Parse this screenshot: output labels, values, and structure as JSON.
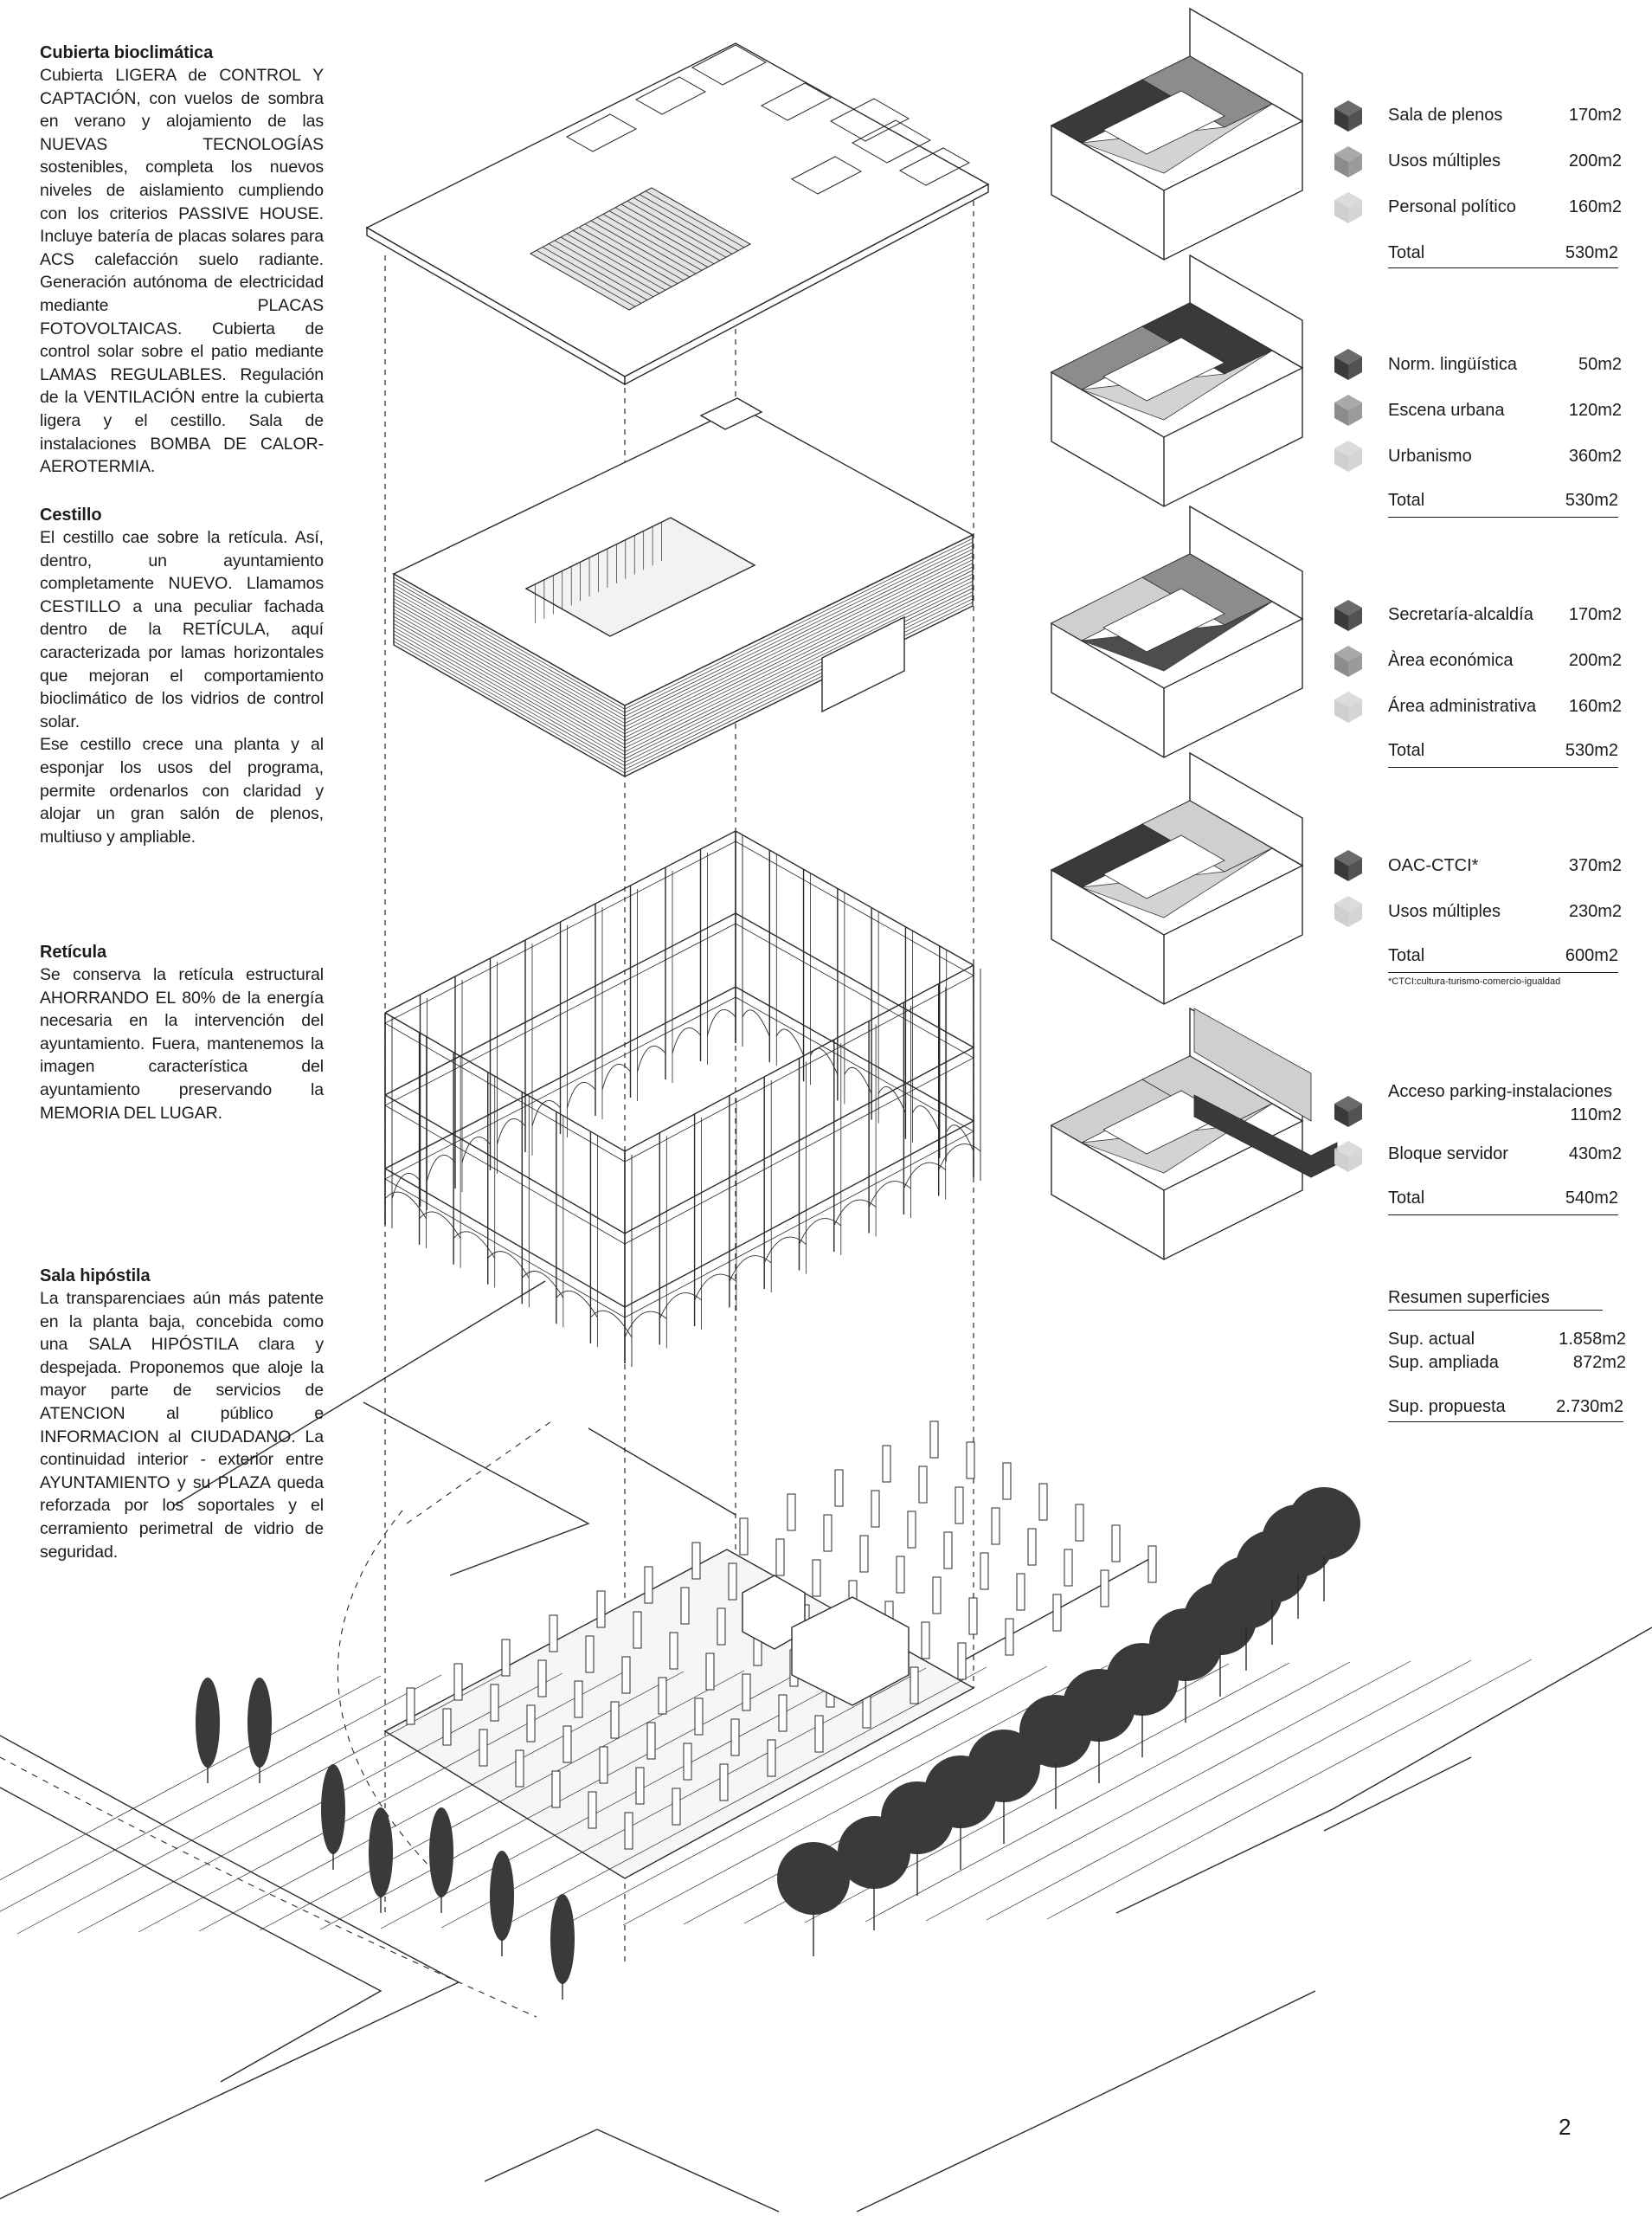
{
  "texts": {
    "cubierta": {
      "title": "Cubierta bioclimática",
      "body": "Cubierta LIGERA de CONTROL Y CAPTACIÓN, con vuelos de sombra en verano y alojamiento de las NUEVAS TECNOLOGÍAS sostenibles, completa los nuevos niveles de aislamiento cumpliendo con los criterios PASSIVE HOUSE. Incluye batería de placas solares para ACS calefacción suelo radiante. Generación autónoma de electricidad mediante PLACAS FOTOVOLTAICAS. Cubierta de control solar sobre el patio mediante LAMAS REGULABLES. Regulación de la VENTILACIÓN entre la cubierta ligera y el cestillo. Sala de instalaciones BOMBA DE CALOR-AEROTERMIA."
    },
    "cestillo": {
      "title": "Cestillo",
      "body1": "El cestillo cae sobre la retícula. Así, dentro, un ayuntamiento completamente NUEVO. Llamamos CESTILLO a una peculiar fachada dentro de la RETÍCULA, aquí caracterizada por lamas horizontales que mejoran el comportamiento bioclimático de los vidrios de control solar.",
      "body2": "Ese cestillo crece una planta y al esponjar los usos del programa, permite ordenarlos con claridad y alojar un gran salón de plenos, multiuso y ampliable."
    },
    "reticula": {
      "title": "Retícula",
      "body": "Se conserva la retícula estructural AHORRANDO EL 80% de la energía necesaria en la intervención del ayuntamiento. Fuera, mantenemos la imagen característica del ayuntamiento preservando la MEMORIA DEL LUGAR."
    },
    "sala": {
      "title": "Sala hipóstila",
      "body": "La transparenciaes aún más patente en la planta baja, concebida como una SALA HIPÓSTILA clara y despejada. Proponemos que aloje la mayor parte de servicios de ATENCION al público e INFORMACION al CIUDADANO. La continuidad interior - exterior entre AYUNTAMIENTO y su PLAZA queda reforzada por los soportales y el cerramiento perimetral de vidrio de seguridad."
    }
  },
  "legends": [
    {
      "items": [
        {
          "name": "Sala de plenos",
          "area": "170m2",
          "shade": "dark"
        },
        {
          "name": "Usos múltiples",
          "area": "200m2",
          "shade": "mid"
        },
        {
          "name": "Personal político",
          "area": "160m2",
          "shade": "light"
        }
      ],
      "total_label": "Total",
      "total": "530m2"
    },
    {
      "items": [
        {
          "name": "Norm. lingüística",
          "area": "50m2",
          "shade": "dark"
        },
        {
          "name": "Escena urbana",
          "area": "120m2",
          "shade": "mid"
        },
        {
          "name": "Urbanismo",
          "area": "360m2",
          "shade": "light"
        }
      ],
      "total_label": "Total",
      "total": "530m2"
    },
    {
      "items": [
        {
          "name": "Secretaría-alcaldía",
          "area": "170m2",
          "shade": "dark"
        },
        {
          "name": "Àrea económica",
          "area": "200m2",
          "shade": "mid"
        },
        {
          "name": "Área administrativa",
          "area": "160m2",
          "shade": "light"
        }
      ],
      "total_label": "Total",
      "total": "530m2"
    },
    {
      "items": [
        {
          "name": "OAC-CTCI*",
          "area": "370m2",
          "shade": "dark"
        },
        {
          "name": "Usos múltiples",
          "area": "230m2",
          "shade": "light"
        }
      ],
      "total_label": "Total",
      "total": "600m2",
      "note": "*CTCI:cultura-turismo-comercio-igualdad"
    },
    {
      "items": [
        {
          "name": "Acceso parking-instalaciones",
          "area": "110m2",
          "shade": "dark"
        },
        {
          "name": "Bloque servidor",
          "area": "430m2",
          "shade": "light"
        }
      ],
      "total_label": "Total",
      "total": "540m2"
    }
  ],
  "summary": {
    "title": "Resumen superficies",
    "actual_label": "Sup. actual",
    "actual": "1.858m2",
    "ampliada_label": "Sup. ampliada",
    "ampliada": "872m2",
    "propuesta_label": "Sup. propuesta",
    "propuesta": "2.730m2"
  },
  "page_number": "2",
  "colors": {
    "dark": "#3a3a3a",
    "mid": "#8c8c8c",
    "light": "#cfcfcf",
    "line": "#2a2a2a",
    "ink": "#1c1c1c"
  }
}
